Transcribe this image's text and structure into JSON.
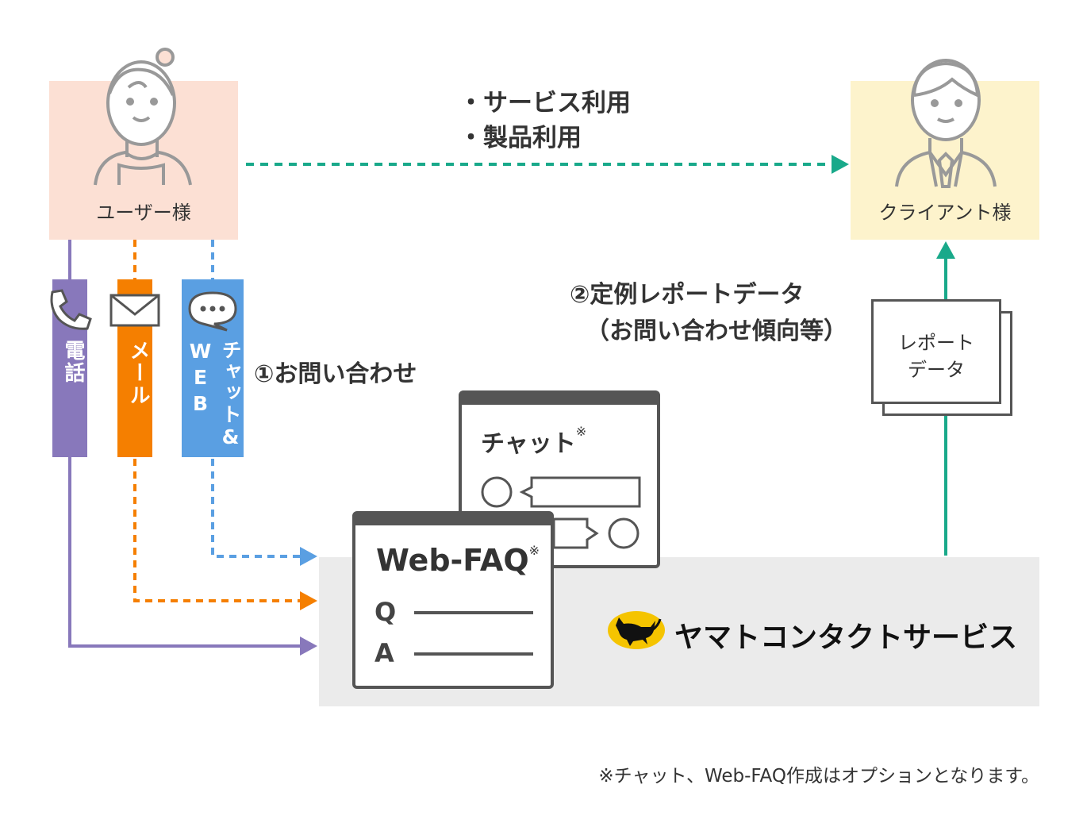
{
  "colors": {
    "user_bg": "#fce0d4",
    "client_bg": "#fdf3cc",
    "service_bg": "#ebebeb",
    "phone": "#8878bb",
    "mail": "#f57f00",
    "chat": "#5a9fe2",
    "green": "#19a98a",
    "dark": "#555555",
    "logo_yellow": "#f5c400"
  },
  "user": {
    "label": "ユーザー様",
    "icon": "female-user-icon"
  },
  "client": {
    "label": "クライアント様",
    "icon": "male-client-icon"
  },
  "top_flow": {
    "line1": "・サービス利用",
    "line2": "・製品利用"
  },
  "channels": [
    {
      "label": "電話",
      "icon": "phone-icon"
    },
    {
      "label": "メール",
      "icon": "mail-icon"
    },
    {
      "label_a": "チャット&",
      "label_b": "WEB",
      "icon": "chat-bubble-icon"
    }
  ],
  "inquiry": {
    "label": "①お問い合わせ"
  },
  "report": {
    "line1": "②定例レポートデータ",
    "line2": "（お問い合わせ傾向等）",
    "doc_line1": "レポート",
    "doc_line2": "データ"
  },
  "chat_window": {
    "title": "チャット",
    "mark": "※"
  },
  "faq_window": {
    "title": "Web-FAQ",
    "mark": "※",
    "q": "Q",
    "a": "A"
  },
  "service": {
    "name": "ヤマトコンタクトサービス",
    "icon": "black-cat-logo-icon"
  },
  "footnote": "※チャット、Web-FAQ作成はオプションとなります。"
}
